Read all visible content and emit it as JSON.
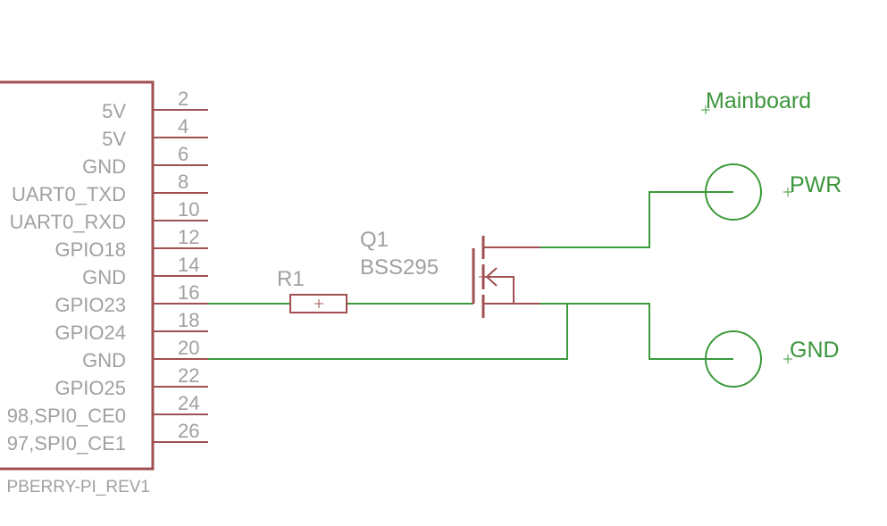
{
  "colors": {
    "part_outline": "#a05050",
    "net_wire": "#3c9a3c",
    "label_gray": "#a0a0a0",
    "label_green": "#3c963c"
  },
  "header": {
    "pin_names": [
      "5V",
      "5V",
      "GND",
      "UART0_TXD",
      "UART0_RXD",
      "GPIO18",
      "GND",
      "GPIO23",
      "GPIO24",
      "GND",
      "GPIO25",
      "98,SPI0_CE0",
      "97,SPI0_CE1"
    ],
    "pin_numbers": [
      "2",
      "4",
      "6",
      "8",
      "10",
      "12",
      "14",
      "16",
      "18",
      "20",
      "22",
      "24",
      "26"
    ],
    "part_value": "PBERRY-PI_REV1"
  },
  "resistor": {
    "name": "R1"
  },
  "transistor": {
    "name": "Q1",
    "value": "BSS295"
  },
  "connectors": {
    "title": "Mainboard",
    "pwr_label": "PWR",
    "gnd_label": "GND"
  }
}
